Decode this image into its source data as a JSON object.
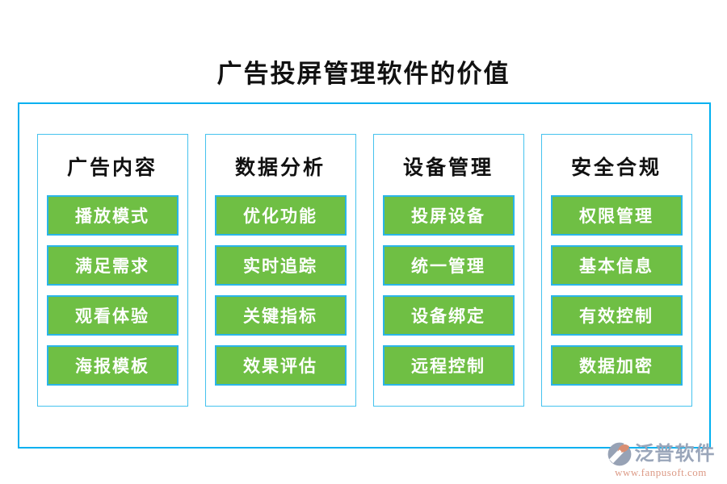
{
  "title": "广告投屏管理软件的价值",
  "columns": [
    {
      "header": "广告内容",
      "items": [
        "播放模式",
        "满足需求",
        "观看体验",
        "海报模板"
      ]
    },
    {
      "header": "数据分析",
      "items": [
        "优化功能",
        "实时追踪",
        "关键指标",
        "效果评估"
      ]
    },
    {
      "header": "设备管理",
      "items": [
        "投屏设备",
        "统一管理",
        "设备绑定",
        "远程控制"
      ]
    },
    {
      "header": "安全合规",
      "items": [
        "权限管理",
        "基本信息",
        "有效控制",
        "数据加密"
      ]
    }
  ],
  "logo": {
    "brand": "泛普软件",
    "url": "www.fanpusoft.com"
  },
  "colors": {
    "frame_cyan": "#00b0f0",
    "column_border_cyan": "#45c2ee",
    "chip_green": "#6fbf44",
    "chip_border_cyan": "#2ab5e8",
    "logo_gray_blue": "#97a2b5",
    "logo_salmon": "#d98e72",
    "url_salmon": "#dc9a86",
    "text_black": "#111111"
  }
}
